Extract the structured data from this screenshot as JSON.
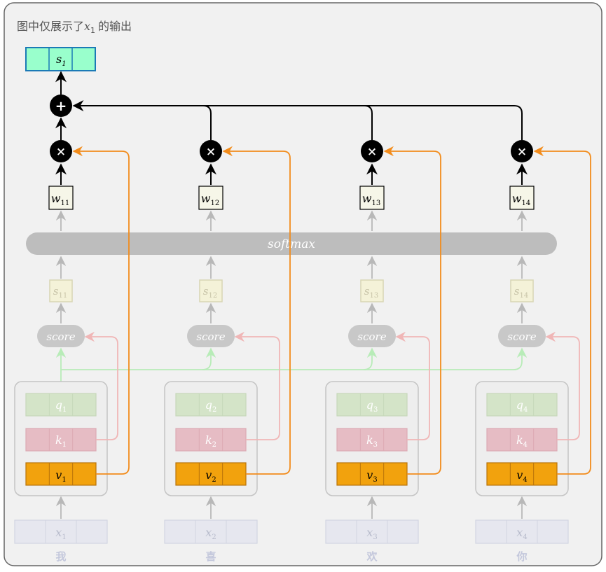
{
  "caption": {
    "prefix": "图中仅展示了",
    "var": "x",
    "var_sub": "1",
    "suffix": "的输出"
  },
  "output": {
    "label": "s",
    "sub": "1"
  },
  "softmax_label": "softmax",
  "score_label": "score",
  "ops": {
    "plus": "+",
    "times": "×"
  },
  "columns": [
    {
      "token": "我",
      "x": "x",
      "x_sub": "1",
      "q": "q",
      "q_sub": "1",
      "k": "k",
      "k_sub": "1",
      "v": "v",
      "v_sub": "1",
      "s": "s",
      "s_sub": "11",
      "w": "w",
      "w_sub": "11"
    },
    {
      "token": "喜",
      "x": "x",
      "x_sub": "2",
      "q": "q",
      "q_sub": "2",
      "k": "k",
      "k_sub": "2",
      "v": "v",
      "v_sub": "2",
      "s": "s",
      "s_sub": "12",
      "w": "w",
      "w_sub": "12"
    },
    {
      "token": "欢",
      "x": "x",
      "x_sub": "3",
      "q": "q",
      "q_sub": "3",
      "k": "k",
      "k_sub": "3",
      "v": "v",
      "v_sub": "3",
      "s": "s",
      "s_sub": "13",
      "w": "w",
      "w_sub": "13"
    },
    {
      "token": "你",
      "x": "x",
      "x_sub": "4",
      "q": "q",
      "q_sub": "4",
      "k": "k",
      "k_sub": "4",
      "v": "v",
      "v_sub": "4",
      "s": "s",
      "s_sub": "14",
      "w": "w",
      "w_sub": "14"
    }
  ],
  "colors": {
    "panel_bg": "#f1f1f1",
    "panel_border": "#666666",
    "output_fill": "#99ffcc",
    "output_stroke": "#1b7ab6",
    "value_fill": "#f2a20d",
    "value_stroke": "#b8730a",
    "query_fill": "#d4e4c8",
    "key_fill": "#e6bcc4",
    "input_fill": "#e6e7ef",
    "weight_fill": "#f6f6e8",
    "score_fill": "#c8c8c8",
    "softmax_fill": "#bdbdbd",
    "arrow_black": "#000000",
    "arrow_orange": "#f28c1c",
    "arrow_pink": "#f0b6b6",
    "arrow_green": "#b8ecb8",
    "arrow_gray": "#b8b8b8"
  }
}
